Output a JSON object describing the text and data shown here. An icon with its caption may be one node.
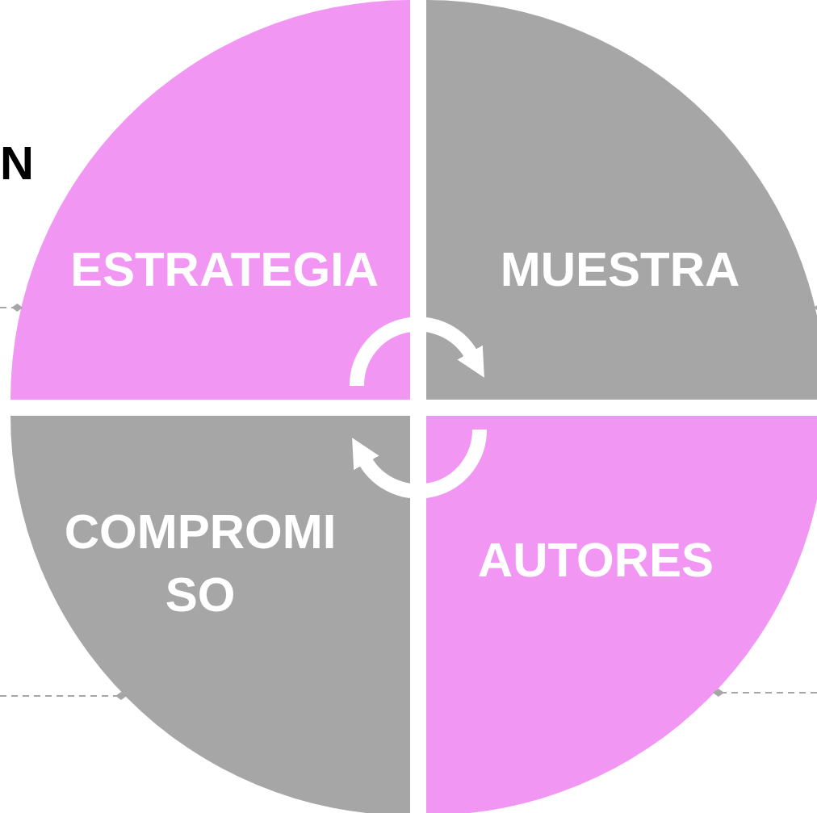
{
  "diagram": {
    "nodes": [
      {
        "text": [
          "ESTRATEGIA"
        ]
      },
      {
        "text": [
          "MUESTRA"
        ]
      },
      {
        "text": [
          "COMPROMISO"
        ]
      },
      {
        "text": [
          "AUTORES"
        ]
      }
    ],
    "edges": [
      {
        "from": null,
        "to": 0,
        "arrow": "other",
        "style": "dashed"
      },
      {
        "from": null,
        "to": 1,
        "arrow": "other",
        "style": "dashed"
      },
      {
        "from": null,
        "to": 2,
        "arrow": "other",
        "style": "dashed"
      },
      {
        "from": null,
        "to": 3,
        "arrow": "other",
        "style": "dashed"
      },
      {
        "from": 0,
        "to": 1,
        "arrow": "to",
        "style": "thick",
        "color": "#ffffff"
      },
      {
        "from": 3,
        "to": 2,
        "arrow": "to",
        "style": "thick",
        "color": "#ffffff"
      }
    ],
    "labels": [
      "N"
    ]
  }
}
